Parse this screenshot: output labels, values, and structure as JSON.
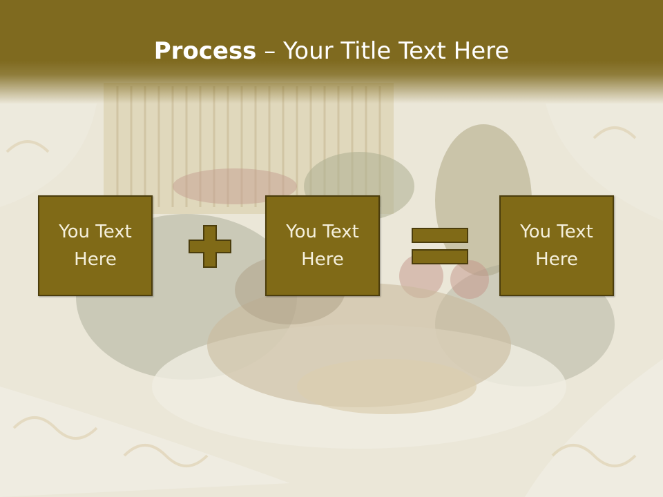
{
  "slide": {
    "title_bold": "Process",
    "title_rest": " – Your Title Text Here",
    "box1_line1": "You Text",
    "box1_line2": "Here",
    "box2_line1": "You Text",
    "box2_line2": "Here",
    "box3_line1": "You Text",
    "box3_line2": "Here"
  },
  "icons": {
    "operator1": "plus-icon",
    "operator2": "equals-icon"
  },
  "colors": {
    "header": "#7f6a1f",
    "box_fill": "#806a17",
    "box_border": "#4b3d0c",
    "text_light": "#f5f0dc"
  }
}
